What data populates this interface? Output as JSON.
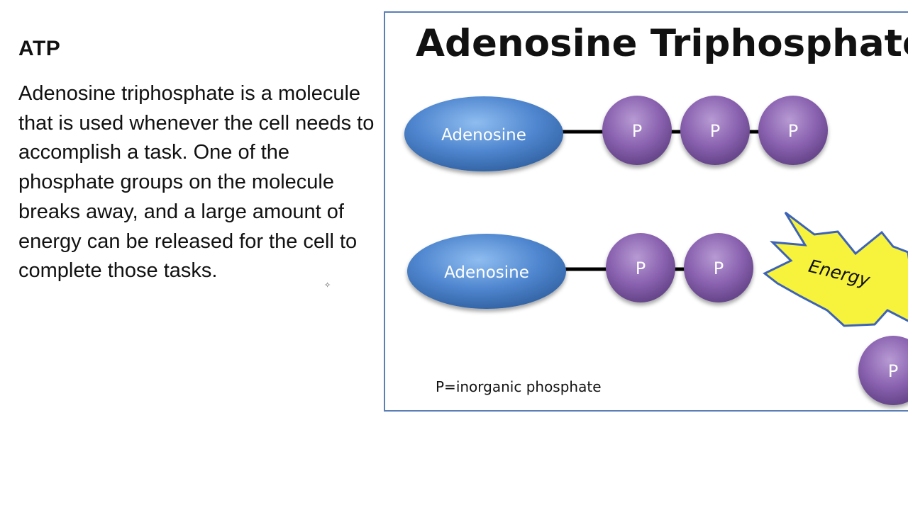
{
  "slide": {
    "heading": "ATP",
    "paragraph": "Adenosine triphosphate is a molecule that is used whenever the cell needs to accomplish a task. One of the phosphate groups on the molecule breaks away, and a large amount of energy can be released for the cell to complete those tasks."
  },
  "figure": {
    "title": "Adenosine Triphosphate",
    "atp_row": {
      "base_label": "Adenosine",
      "phosphates": [
        "P",
        "P",
        "P"
      ]
    },
    "adp_row": {
      "base_label": "Adenosine",
      "phosphates": [
        "P",
        "P"
      ]
    },
    "energy_label": "Energy",
    "released_phosphate": "P",
    "legend": "P=inorganic phosphate",
    "colors": {
      "adenosine_fill": "#4f86cf",
      "phosphate_fill": "#8a62b0",
      "energy_fill": "#f7f23c",
      "energy_stroke": "#3d63b8",
      "bond": "#000000",
      "border": "#5b7fb5"
    }
  }
}
